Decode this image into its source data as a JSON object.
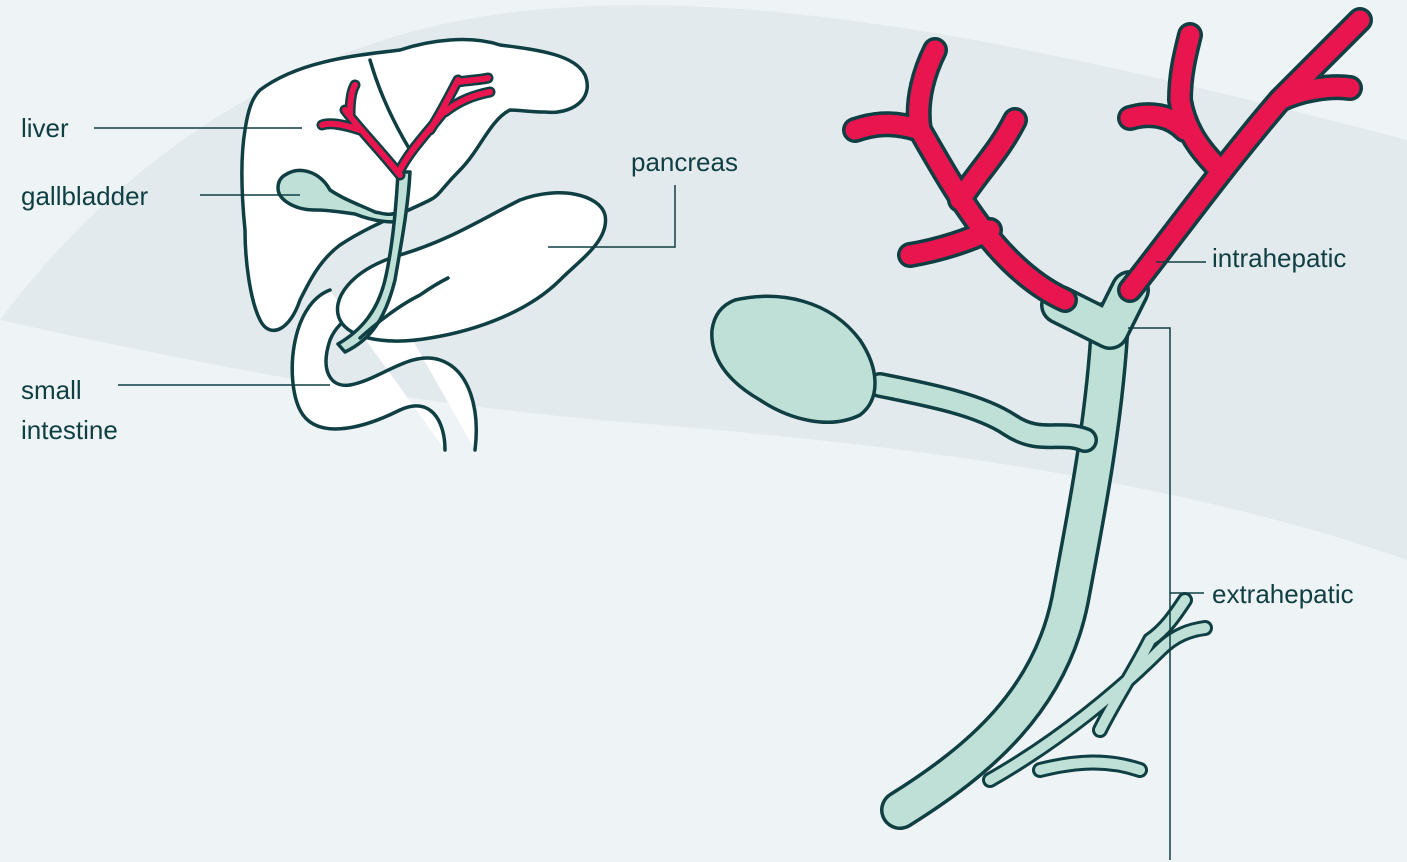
{
  "labels": {
    "liver": "liver",
    "gallbladder": "gallbladder",
    "pancreas": "pancreas",
    "small_intestine_line1": "small",
    "small_intestine_line2": "intestine",
    "intrahepatic": "intrahepatic",
    "extrahepatic": "extrahepatic"
  },
  "colors": {
    "background": "#eef3f5",
    "band": "#e3eaed",
    "outline": "#0f3f43",
    "organ_fill": "#ffffff",
    "bile_duct": "#bfe0d6",
    "intrahepatic_duct": "#e8154f"
  }
}
